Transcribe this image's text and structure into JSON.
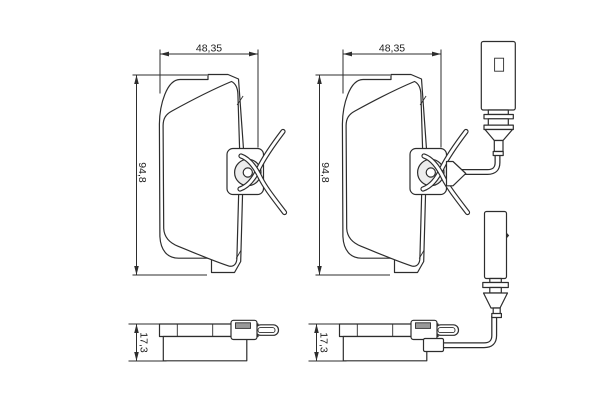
{
  "drawing": {
    "subject": "disc brake pad set technical drawing, front and side views, right pad with wear indicator connector",
    "background_color": "#ffffff",
    "line_color": "#2d2d2d",
    "slot_color": "#999999",
    "dimensions": {
      "front_left": {
        "width": "48,35",
        "height": "94,8"
      },
      "front_right": {
        "width": "48,35",
        "height": "94,8"
      },
      "side_left": {
        "thickness": "17,3"
      },
      "side_right": {
        "thickness": "17,3"
      }
    }
  }
}
